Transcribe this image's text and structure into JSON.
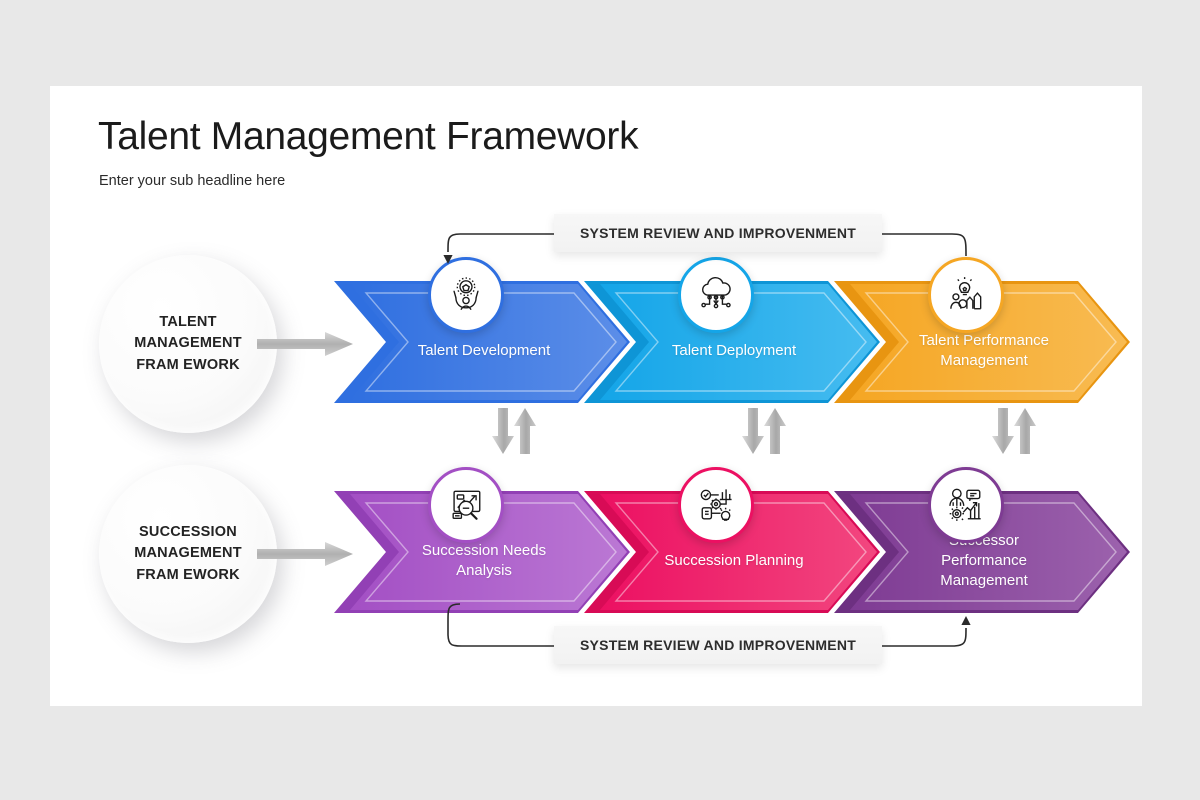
{
  "header": {
    "title": "Talent Management Framework",
    "subtitle": "Enter your sub headline here"
  },
  "side_circles": [
    {
      "id": "talent",
      "line1": "TALENT",
      "line2": "MANAGEMENT",
      "line3": "FRAM EWORK"
    },
    {
      "id": "succession",
      "line1": "SUCCESSION",
      "line2": "MANAGEMENT",
      "line3": "FRAM EWORK"
    }
  ],
  "banners": {
    "top": "SYSTEM REVIEW AND IMPROVENMENT",
    "bottom": "SYSTEM REVIEW AND IMPROVENMENT"
  },
  "rows": [
    {
      "id": "talent-row",
      "steps": [
        {
          "label": "Talent Development",
          "icon": "gear-person-icon",
          "color": "#2f6fe0",
          "color_light": "#5c8ee8"
        },
        {
          "label": "Talent Deployment",
          "icon": "cloud-network-icon",
          "color": "#14a5e8",
          "color_light": "#46bcf0"
        },
        {
          "label": "Talent Performance\nManagement",
          "icon": "person-bulb-bars-icon",
          "color": "#f5a623",
          "color_light": "#f8bb52"
        }
      ]
    },
    {
      "id": "succession-row",
      "steps": [
        {
          "label": "Succession Needs\nAnalysis",
          "icon": "report-search-icon",
          "color": "#a34fc4",
          "color_light": "#bb78d4"
        },
        {
          "label": "Succession Planning",
          "icon": "planning-flow-icon",
          "color": "#ec1062",
          "color_light": "#f2477f"
        },
        {
          "label": "Successor\nPerformance\nManagement",
          "icon": "person-chart-icon",
          "color": "#7e3b93",
          "color_light": "#9c62ad"
        }
      ]
    }
  ],
  "colors": {
    "canvas": "#ffffff",
    "page_background": "#e8e8e8",
    "arrow_grey": "#b4b4b4",
    "connector_line": "#2b2b2b"
  }
}
